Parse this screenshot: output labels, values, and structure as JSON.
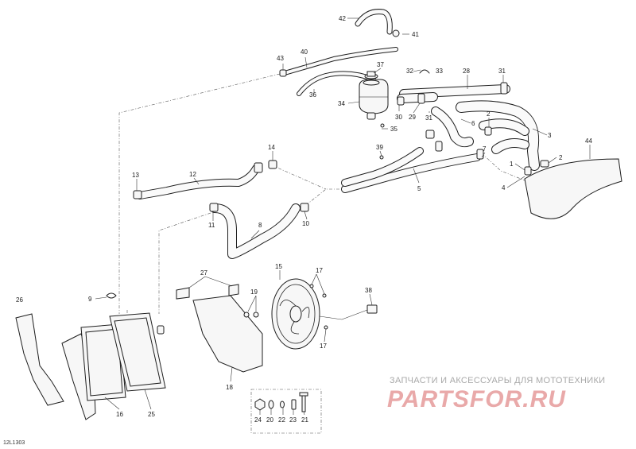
{
  "diagram": {
    "callouts": [
      {
        "id": "c42",
        "text": "42"
      },
      {
        "id": "c41",
        "text": "41"
      },
      {
        "id": "c40",
        "text": "40"
      },
      {
        "id": "c43",
        "text": "43"
      },
      {
        "id": "c37",
        "text": "37"
      },
      {
        "id": "c33",
        "text": "33"
      },
      {
        "id": "c32",
        "text": "32"
      },
      {
        "id": "c28",
        "text": "28"
      },
      {
        "id": "c31a",
        "text": "31"
      },
      {
        "id": "c36",
        "text": "36"
      },
      {
        "id": "c34",
        "text": "34"
      },
      {
        "id": "c30",
        "text": "30"
      },
      {
        "id": "c29",
        "text": "29"
      },
      {
        "id": "c31b",
        "text": "31"
      },
      {
        "id": "c2a",
        "text": "2"
      },
      {
        "id": "c6",
        "text": "6"
      },
      {
        "id": "c35",
        "text": "35"
      },
      {
        "id": "c3",
        "text": "3"
      },
      {
        "id": "c7",
        "text": "7"
      },
      {
        "id": "c14",
        "text": "14"
      },
      {
        "id": "c39",
        "text": "39"
      },
      {
        "id": "c44",
        "text": "44"
      },
      {
        "id": "c1",
        "text": "1"
      },
      {
        "id": "c2b",
        "text": "2"
      },
      {
        "id": "c13",
        "text": "13"
      },
      {
        "id": "c12",
        "text": "12"
      },
      {
        "id": "c4",
        "text": "4"
      },
      {
        "id": "c5",
        "text": "5"
      },
      {
        "id": "c11",
        "text": "11"
      },
      {
        "id": "c10",
        "text": "10"
      },
      {
        "id": "c8",
        "text": "8"
      },
      {
        "id": "c27",
        "text": "27"
      },
      {
        "id": "c15",
        "text": "15"
      },
      {
        "id": "c17a",
        "text": "17"
      },
      {
        "id": "c26",
        "text": "26"
      },
      {
        "id": "c9",
        "text": "9"
      },
      {
        "id": "c19",
        "text": "19"
      },
      {
        "id": "c38",
        "text": "38"
      },
      {
        "id": "c17b",
        "text": "17"
      },
      {
        "id": "c18",
        "text": "18"
      },
      {
        "id": "c16",
        "text": "16"
      },
      {
        "id": "c25",
        "text": "25"
      },
      {
        "id": "c24",
        "text": "24"
      },
      {
        "id": "c20",
        "text": "20"
      },
      {
        "id": "c22",
        "text": "22"
      },
      {
        "id": "c23",
        "text": "23"
      },
      {
        "id": "c21",
        "text": "21"
      }
    ]
  },
  "watermark": {
    "caption": "ЗАПЧАСТИ И АКСЕССУАРЫ ДЛЯ МОТОТЕХНИКИ",
    "logo": "PARTSFOR.RU"
  },
  "reference_code": "12L1303"
}
